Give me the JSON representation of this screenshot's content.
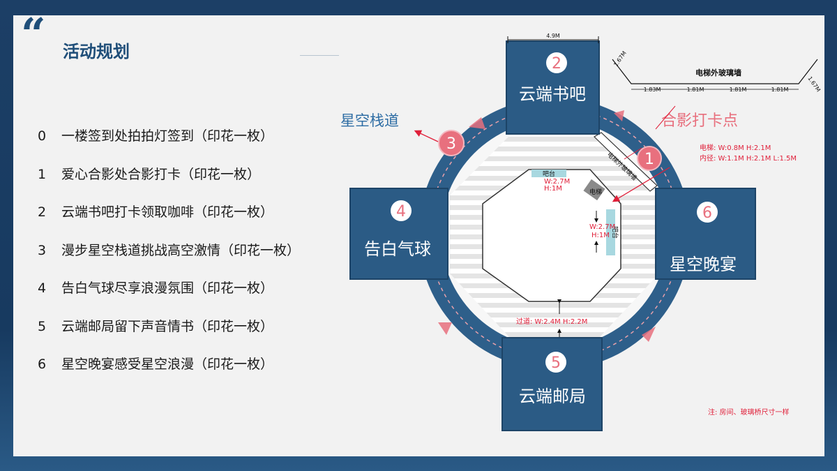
{
  "header": {
    "title": "活动规划"
  },
  "agenda": [
    {
      "num": "0",
      "text": "一楼签到处拍拍灯签到（印花一枚）"
    },
    {
      "num": "1",
      "text": "爱心合影处合影打卡（印花一枚）"
    },
    {
      "num": "2",
      "text": "云端书吧打卡领取咖啡（印花一枚）"
    },
    {
      "num": "3",
      "text": "漫步星空栈道挑战高空激情（印花一枚）"
    },
    {
      "num": "4",
      "text": "告白气球尽享浪漫氛围（印花一枚）"
    },
    {
      "num": "5",
      "text": "云端邮局留下声音情书（印花一枚）"
    },
    {
      "num": "6",
      "text": "星空晚宴感受星空浪漫（印花一枚）"
    }
  ],
  "map": {
    "rooms": {
      "top": {
        "name": "云端书吧",
        "num": "2"
      },
      "left": {
        "name": "告白气球",
        "num": "4"
      },
      "right": {
        "name": "星空晚宴",
        "num": "6"
      },
      "bottom": {
        "name": "云端邮局",
        "num": "5"
      }
    },
    "ring_badges": {
      "walkway": "3",
      "photo": "1"
    },
    "labels": {
      "walkway": "星空栈道",
      "photo_spot": "合影打卡点",
      "glass_wall": "电梯外玻璃墙",
      "glass_wall_strip": "电梯外玻璃墙",
      "elevator": "电梯",
      "bar": "吧台",
      "bar_side": "吧台"
    },
    "dimensions": {
      "top_width": "4.9M",
      "wall_segments": [
        "1.83M",
        "1.81M",
        "1.81M",
        "1.81M"
      ],
      "wall_slopes": [
        "1.67M",
        "1.67M"
      ],
      "bar_top_w": "W:2.7M",
      "bar_top_h": "H:1M",
      "bar_side_w": "W:2.7M",
      "bar_side_h": "H:1M",
      "elevator_line": "电梯: W:0.8M   H:2.1M",
      "inner_line": "内径: W:1.1M   H:2.1M    L:1.5M",
      "passage": "过道: W:2.4M   H:2.2M"
    },
    "note": "注: 房间、玻璃桥尺寸一样"
  },
  "colors": {
    "navy": "#1f4e79",
    "ring": "#2e5f8a",
    "room": "#2b5b85",
    "pink": "#e8707e",
    "red_text": "#e0203a",
    "teal": "#a8d8e0"
  }
}
